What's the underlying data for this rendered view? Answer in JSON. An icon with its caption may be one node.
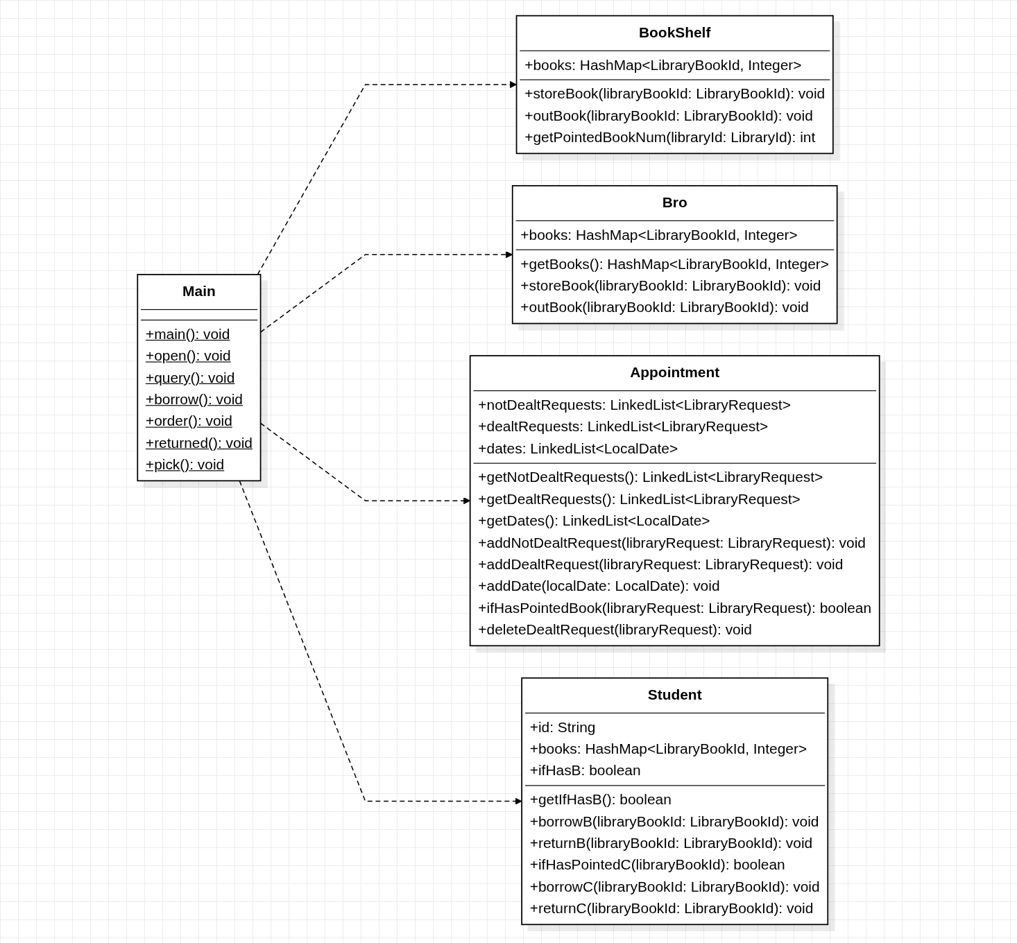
{
  "diagram": {
    "nodes": [
      {
        "text": [
          "Main",
          "+main(): void",
          "+open(): void",
          "+query(): void",
          "+borrow(): void",
          "+order(): void",
          "+returned(): void",
          "+pick(): void"
        ]
      },
      {
        "text": [
          "BookShelf",
          "+books: HashMap<LibraryBookId, Integer>",
          "+storeBook(libraryBookId: LibraryBookId): void",
          "+outBook(libraryBookId: LibraryBookId): void",
          "+getPointedBookNum(libraryId: LibraryId): int"
        ]
      },
      {
        "text": [
          "Bro",
          "+books: HashMap<LibraryBookId, Integer>",
          "+getBooks(): HashMap<LibraryBookId, Integer>",
          "+storeBook(libraryBookId: LibraryBookId): void",
          "+outBook(libraryBookId: LibraryBookId): void"
        ]
      },
      {
        "text": [
          "Appointment",
          "+notDealtRequests: LinkedList<LibraryRequest>",
          "+dealtRequests: LinkedList<LibraryRequest>",
          "+dates: LinkedList<LocalDate>",
          "+getNotDealtRequests(): LinkedList<LibraryRequest>",
          "+getDealtRequests(): LinkedList<LibraryRequest>",
          "+getDates(): LinkedList<LocalDate>",
          "+addNotDealtRequest(libraryRequest: LibraryRequest): void",
          "+addDealtRequest(libraryRequest: LibraryRequest): void",
          "+addDate(localDate: LocalDate): void",
          "+ifHasPointedBook(libraryRequest: LibraryRequest): boolean",
          "+deleteDealtRequest(libraryRequest): void"
        ]
      },
      {
        "text": [
          "Student",
          "+id: String",
          "+books: HashMap<LibraryBookId, Integer>",
          "+ifHasB: boolean",
          "+getIfHasB(): boolean",
          "+borrowB(libraryBookId: LibraryBookId): void",
          "+returnB(libraryBookId: LibraryBookId): void",
          "+ifHasPointedC(libraryBookId): boolean",
          "+borrowC(libraryBookId: LibraryBookId): void",
          "+returnC(libraryBookId: LibraryBookId): void"
        ]
      }
    ],
    "edges": [
      {
        "from": 0,
        "to": 1,
        "arrow": "to",
        "style": "dashed"
      },
      {
        "from": 0,
        "to": 2,
        "arrow": "to",
        "style": "dashed"
      },
      {
        "from": 0,
        "to": 3,
        "arrow": "to",
        "style": "dashed"
      },
      {
        "from": 0,
        "to": 4,
        "arrow": "to",
        "style": "dashed"
      }
    ]
  }
}
